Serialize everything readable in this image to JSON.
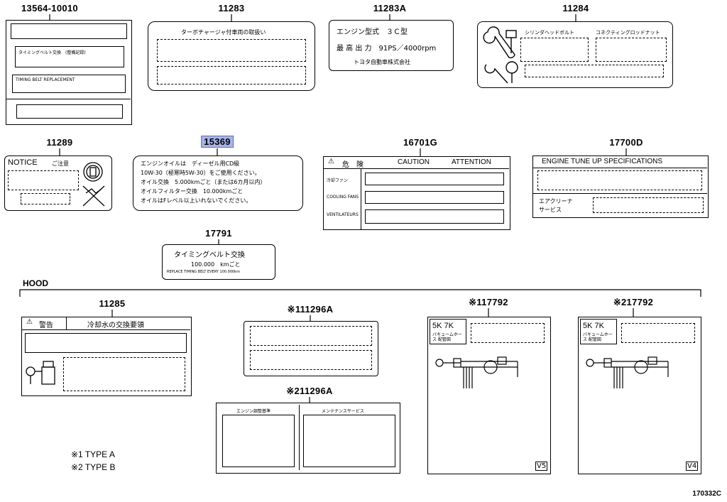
{
  "parts": {
    "p13564": "13564-10010",
    "p11283": "11283",
    "p11283A": "11283A",
    "p11284": "11284",
    "p11289": "11289",
    "p15369": "15369",
    "p16701G": "16701G",
    "p17700D": "17700D",
    "p17791": "17791",
    "p11285": "11285",
    "p111296A": "※111296A",
    "p211296A": "※211296A",
    "p117792": "※117792",
    "p217792": "※217792"
  },
  "labels": {
    "l13564": {
      "line1": "タイミングベルト交換　(整備記録)",
      "line2": "TIMING BELT REPLACEMENT"
    },
    "l11283": {
      "title": "ターボチャージャ付車両の取扱い"
    },
    "l11283A": {
      "line1": "エンジン型式　３Ｃ型",
      "line2": "最 高 出 力　91PS／4000rpm",
      "line3": "トヨタ自動車株式会社"
    },
    "l11284": {
      "col1": "シリンダヘッドボルト",
      "col2": "コネクティングロッドナット"
    },
    "l11289": {
      "notice": "NOTICE",
      "notice_jp": "ご注意"
    },
    "l15369": {
      "line1": "エンジンオイルは　ディーゼル用CD級",
      "line2": "10W-30（極寒時5W-30）をご使用ください。",
      "line3": "オイル交換　5.000kmごと（または6カ月以内）",
      "line4": "オイルフィルター交換　10.000kmごと",
      "line5": "オイルはFレベル以上いれないでください。"
    },
    "l16701G": {
      "danger": "危　険",
      "caution": "CAUTION",
      "attention": "ATTENTION",
      "row1": "冷却ファン",
      "row2": "COOLING FANS",
      "row3": "VENTILATEURS"
    },
    "l17700D": {
      "title": "ENGINE TUNE UP SPECIFICATIONS",
      "sub1": "エアクリーナ",
      "sub2": "サービス"
    },
    "l17791": {
      "line1": "タイミングベルト交換",
      "line2": "100.000　kmごと",
      "line3": "REPLACE TIMING BELT EVERY 100.000km"
    },
    "l11285": {
      "warning": "警告",
      "title": "冷却水の交換要領"
    },
    "l211296A": {
      "col1": "エンジン調整基準",
      "col2": "メンテナンスサービス"
    },
    "l117792": {
      "model": "5K  7K",
      "sub": "バキュームホース 配管図",
      "corner": "V5"
    },
    "l217792": {
      "model": "5K  7K",
      "sub": "バキュームホース 配管図",
      "corner": "V4"
    }
  },
  "section": {
    "hood": "HOOD"
  },
  "notes": {
    "n1": "※1  TYPE  A",
    "n2": "※2  TYPE  B"
  },
  "figure_number": "170332C",
  "colors": {
    "highlight": "#a8b4e6"
  }
}
